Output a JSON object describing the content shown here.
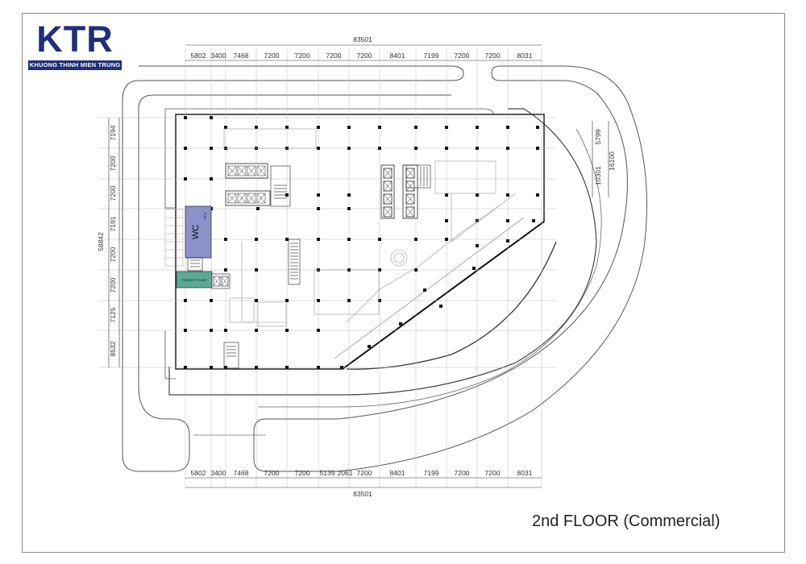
{
  "logo": {
    "brand": "KTR",
    "subtitle": "KHUONG THINH MIEN TRUNG",
    "color": "#1f2f7a"
  },
  "drawing": {
    "title": "2nd FLOOR (Commercial)"
  },
  "dimensions": {
    "top_total": "83501",
    "bottom_total": "83501",
    "top_segments": [
      "5802",
      "3400",
      "7468",
      "7200",
      "7200",
      "7200",
      "7200",
      "8401",
      "7199",
      "7200",
      "7200",
      "8031"
    ],
    "bottom_segments": [
      "5802",
      "3400",
      "7468",
      "7200",
      "7200",
      "5139",
      "2061",
      "7200",
      "8401",
      "7199",
      "7200",
      "7200",
      "8031"
    ],
    "left_total": "58842",
    "left_segments": [
      "7194",
      "7200",
      "7200",
      "7191",
      "7200",
      "7200",
      "7125",
      "8532"
    ],
    "right_segments": [
      "5799",
      "10301"
    ],
    "right_total": "16100"
  },
  "rooms": {
    "wc_label": "WC",
    "wc_area": "75.4",
    "wc_color": "#8a93c9",
    "green_room_label": "PHÒNG KỸ THUẬT",
    "green_room_color": "#5aab96"
  }
}
